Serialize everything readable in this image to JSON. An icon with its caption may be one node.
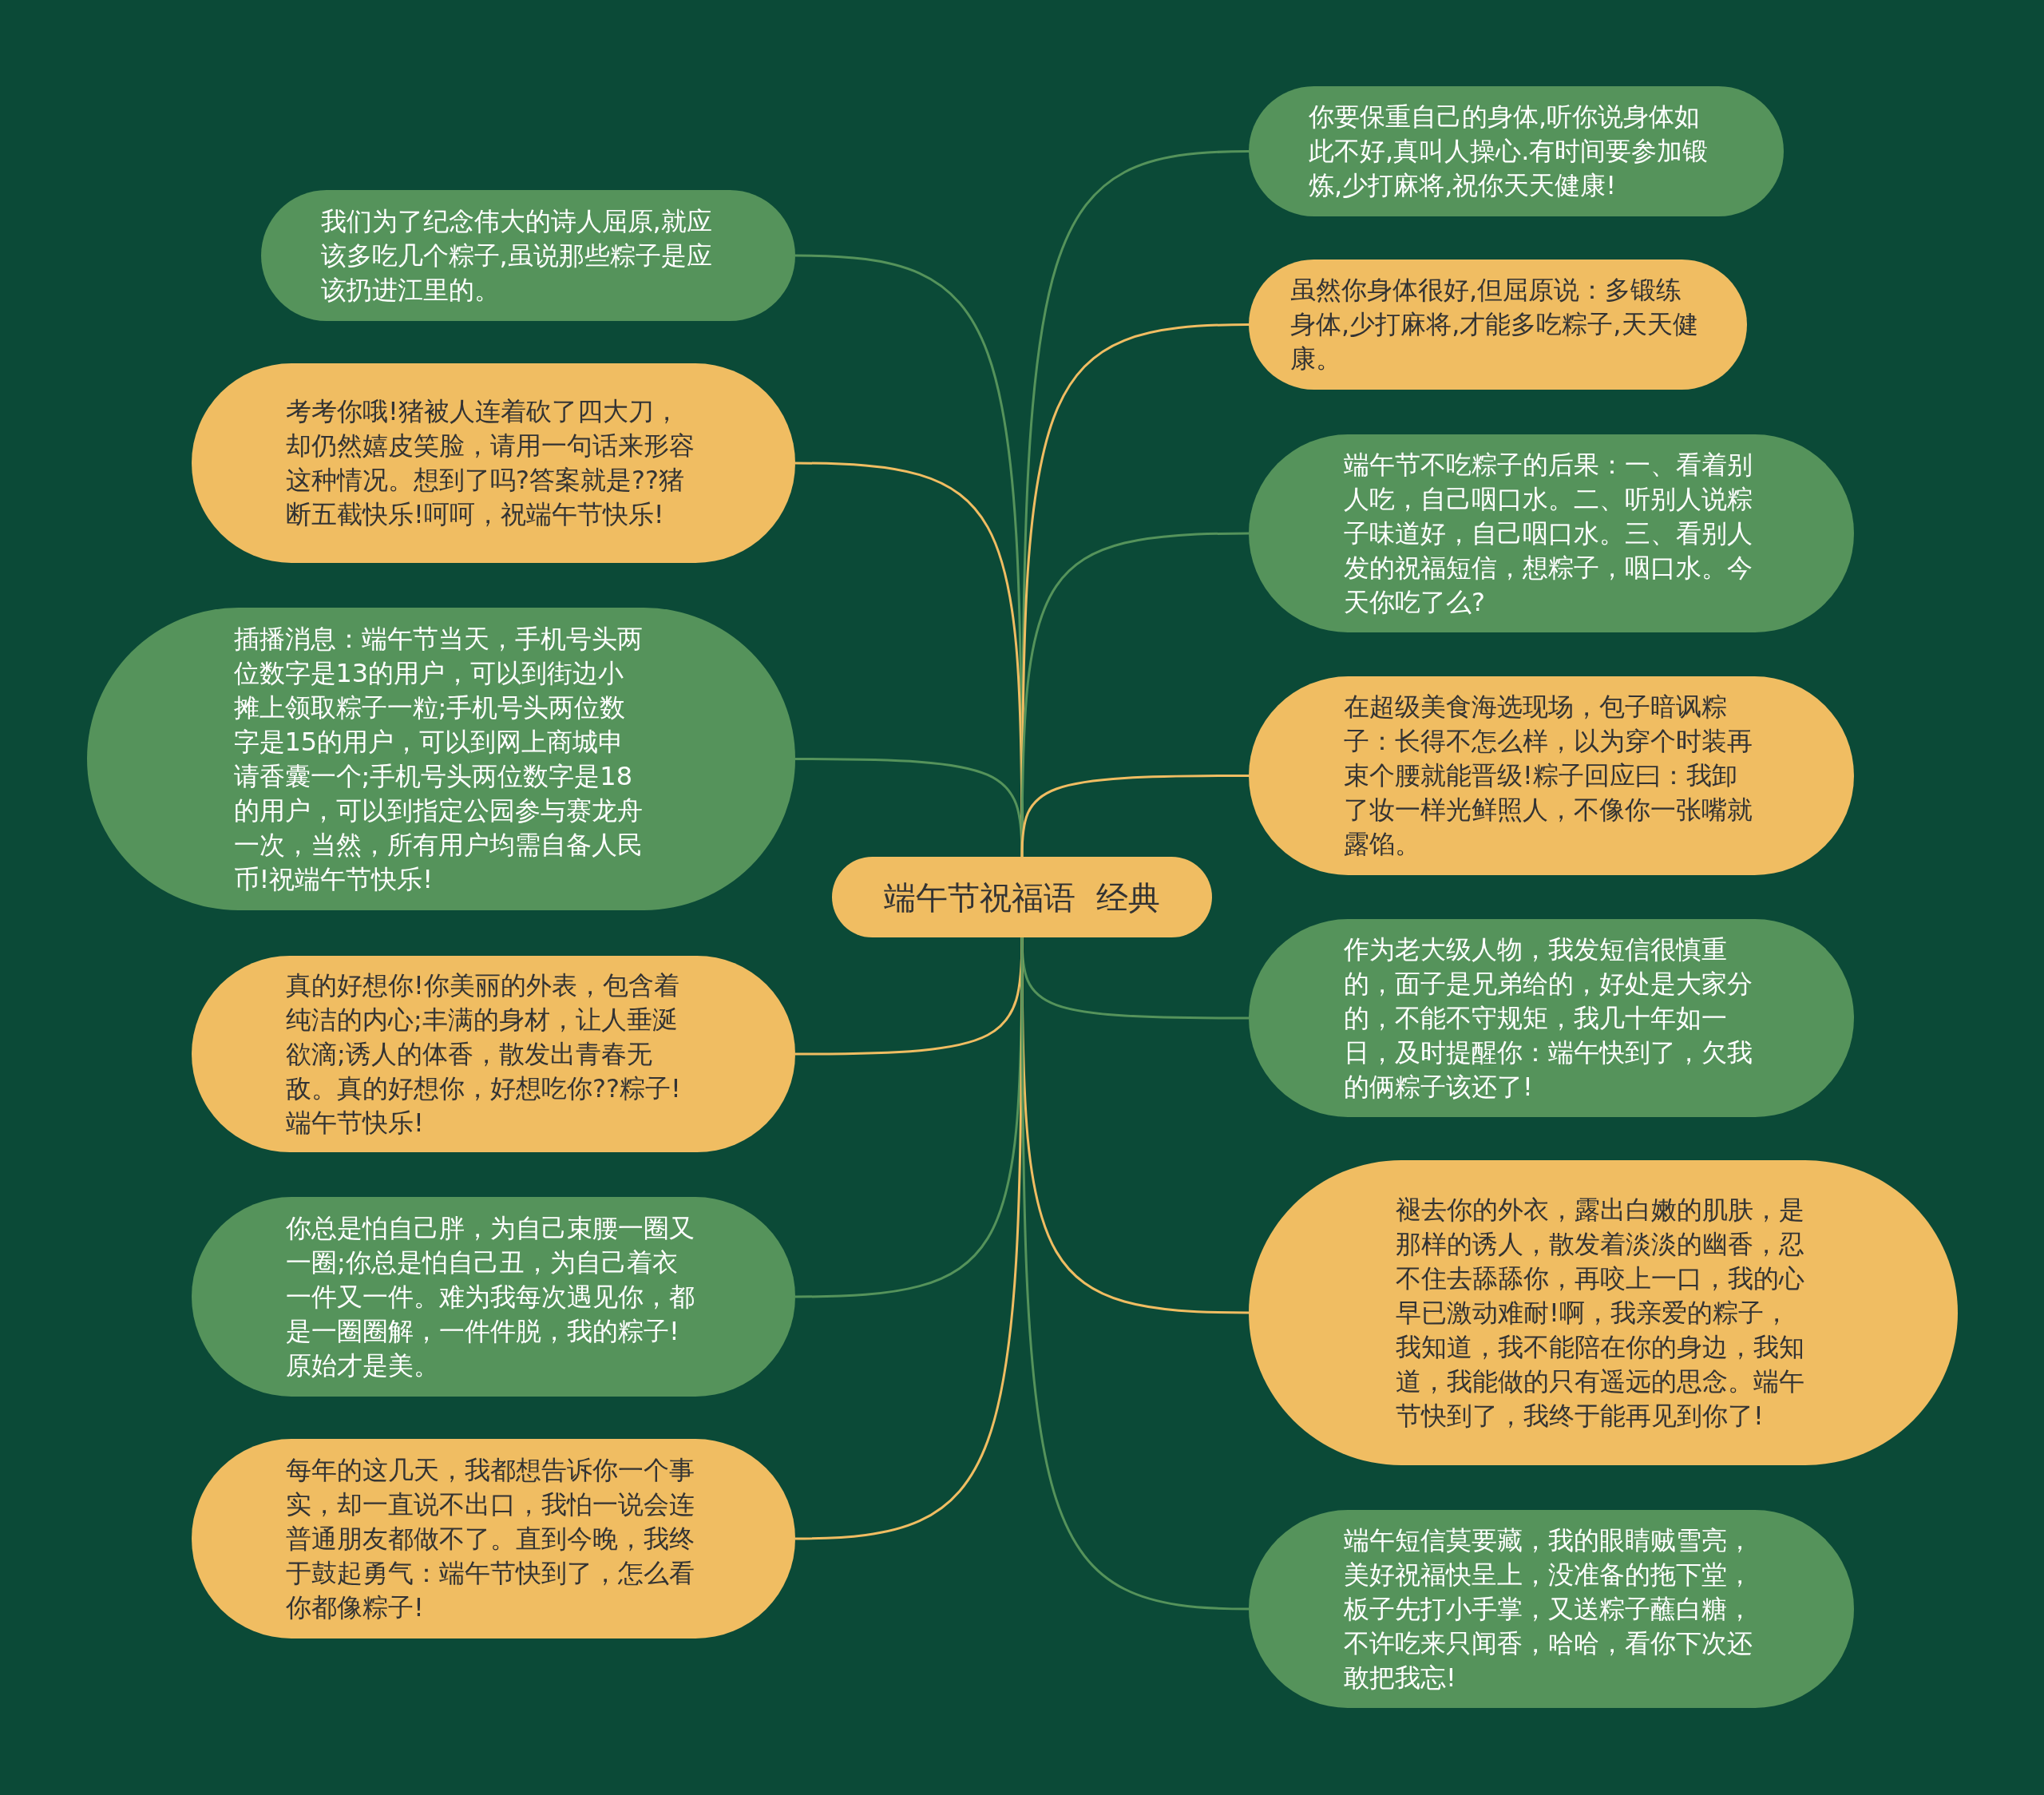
{
  "diagram": {
    "nodes": [
      {
        "text": [
          "端午节祝福语  经典"
        ]
      },
      {
        "text": [
          "我们为了纪念伟大的诗人屈原,就应该多吃几个粽子,虽说那些粽子是应该扔进江里的。"
        ]
      },
      {
        "text": [
          "考考你哦!猪被人连着砍了四大刀，却仍然嬉皮笑脸，请用一句话来形容这种情况。想到了吗?答案就是??猪断五截快乐!呵呵，祝端午节快乐!"
        ]
      },
      {
        "text": [
          "插播消息：端午节当天，手机号头两位数字是13的用户，可以到街边小摊上领取粽子一粒;手机号头两位数字是15的用户，可以到网上商城申请香囊一个;手机号头两位数字是18的用户，可以到指定公园参与赛龙舟一次，当然，所有用户均需自备人民币!祝端午节快乐!"
        ]
      },
      {
        "text": [
          "真的好想你!你美丽的外表，包含着纯洁的内心;丰满的身材，让人垂涎欲滴;诱人的体香，散发出青春无敌。真的好想你，好想吃你??粽子!端午节快乐!"
        ]
      },
      {
        "text": [
          "你总是怕自己胖，为自己束腰一圈又一圈;你总是怕自己丑，为自己着衣一件又一件。难为我每次遇见你，都是一圈圈解，一件件脱，我的粽子!原始才是美。"
        ]
      },
      {
        "text": [
          "每年的这几天，我都想告诉你一个事实，却一直说不出口，我怕一说会连普通朋友都做不了。直到今晚，我终于鼓起勇气：端午节快到了，怎么看你都像粽子!"
        ]
      },
      {
        "text": [
          "你要保重自己的身体,听你说身体如此不好,真叫人操心.有时间要参加锻炼,少打麻将,祝你天天健康!"
        ]
      },
      {
        "text": [
          "虽然你身体很好,但屈原说：多锻练身体,少打麻将,才能多吃粽子,天天健康。"
        ]
      },
      {
        "text": [
          "端午节不吃粽子的后果：一、看着别人吃，自己咽口水。二、听别人说粽子味道好，自己咽口水。三、看别人发的祝福短信，想粽子，咽口水。今天你吃了么?"
        ]
      },
      {
        "text": [
          "在超级美食海选现场，包子暗讽粽子：长得不怎么样，以为穿个时装再束个腰就能晋级!粽子回应曰：我卸了妆一样光鲜照人，不像你一张嘴就露馅。"
        ]
      },
      {
        "text": [
          "作为老大级人物，我发短信很慎重的，面子是兄弟给的，好处是大家分的，不能不守规矩，我几十年如一日，及时提醒你：端午快到了，欠我的俩粽子该还了!"
        ]
      },
      {
        "text": [
          "褪去你的外衣，露出白嫩的肌肤，是那样的诱人，散发着淡淡的幽香，忍不住去舔舔你，再咬上一口，我的心早已激动难耐!啊，我亲爱的粽子，我知道，我不能陪在你的身边，我知道，我能做的只有遥远的思念。端午节快到了，我终于能再见到你了!"
        ]
      },
      {
        "text": [
          "端午短信莫要藏，我的眼睛贼雪亮，美好祝福快呈上，没准备的拖下堂，板子先打小手掌，又送粽子蘸白糖，不许吃来只闻香，哈哈，看你下次还敢把我忘!"
        ]
      }
    ],
    "edges": [
      {
        "from": 0,
        "to": 1,
        "arrow": "none"
      },
      {
        "from": 0,
        "to": 2,
        "arrow": "none",
        "color": "#f0bd62"
      },
      {
        "from": 0,
        "to": 3,
        "arrow": "none"
      },
      {
        "from": 0,
        "to": 4,
        "arrow": "none",
        "color": "#f0bd62"
      },
      {
        "from": 0,
        "to": 5,
        "arrow": "none"
      },
      {
        "from": 0,
        "to": 6,
        "arrow": "none",
        "color": "#f0bd62"
      },
      {
        "from": 0,
        "to": 7,
        "arrow": "none"
      },
      {
        "from": 0,
        "to": 8,
        "arrow": "none",
        "color": "#f0bd62"
      },
      {
        "from": 0,
        "to": 9,
        "arrow": "none"
      },
      {
        "from": 0,
        "to": 10,
        "arrow": "none",
        "color": "#f0bd62"
      },
      {
        "from": 0,
        "to": 11,
        "arrow": "none"
      },
      {
        "from": 0,
        "to": 12,
        "arrow": "none",
        "color": "#f0bd62"
      },
      {
        "from": 0,
        "to": 13,
        "arrow": "none"
      }
    ]
  }
}
